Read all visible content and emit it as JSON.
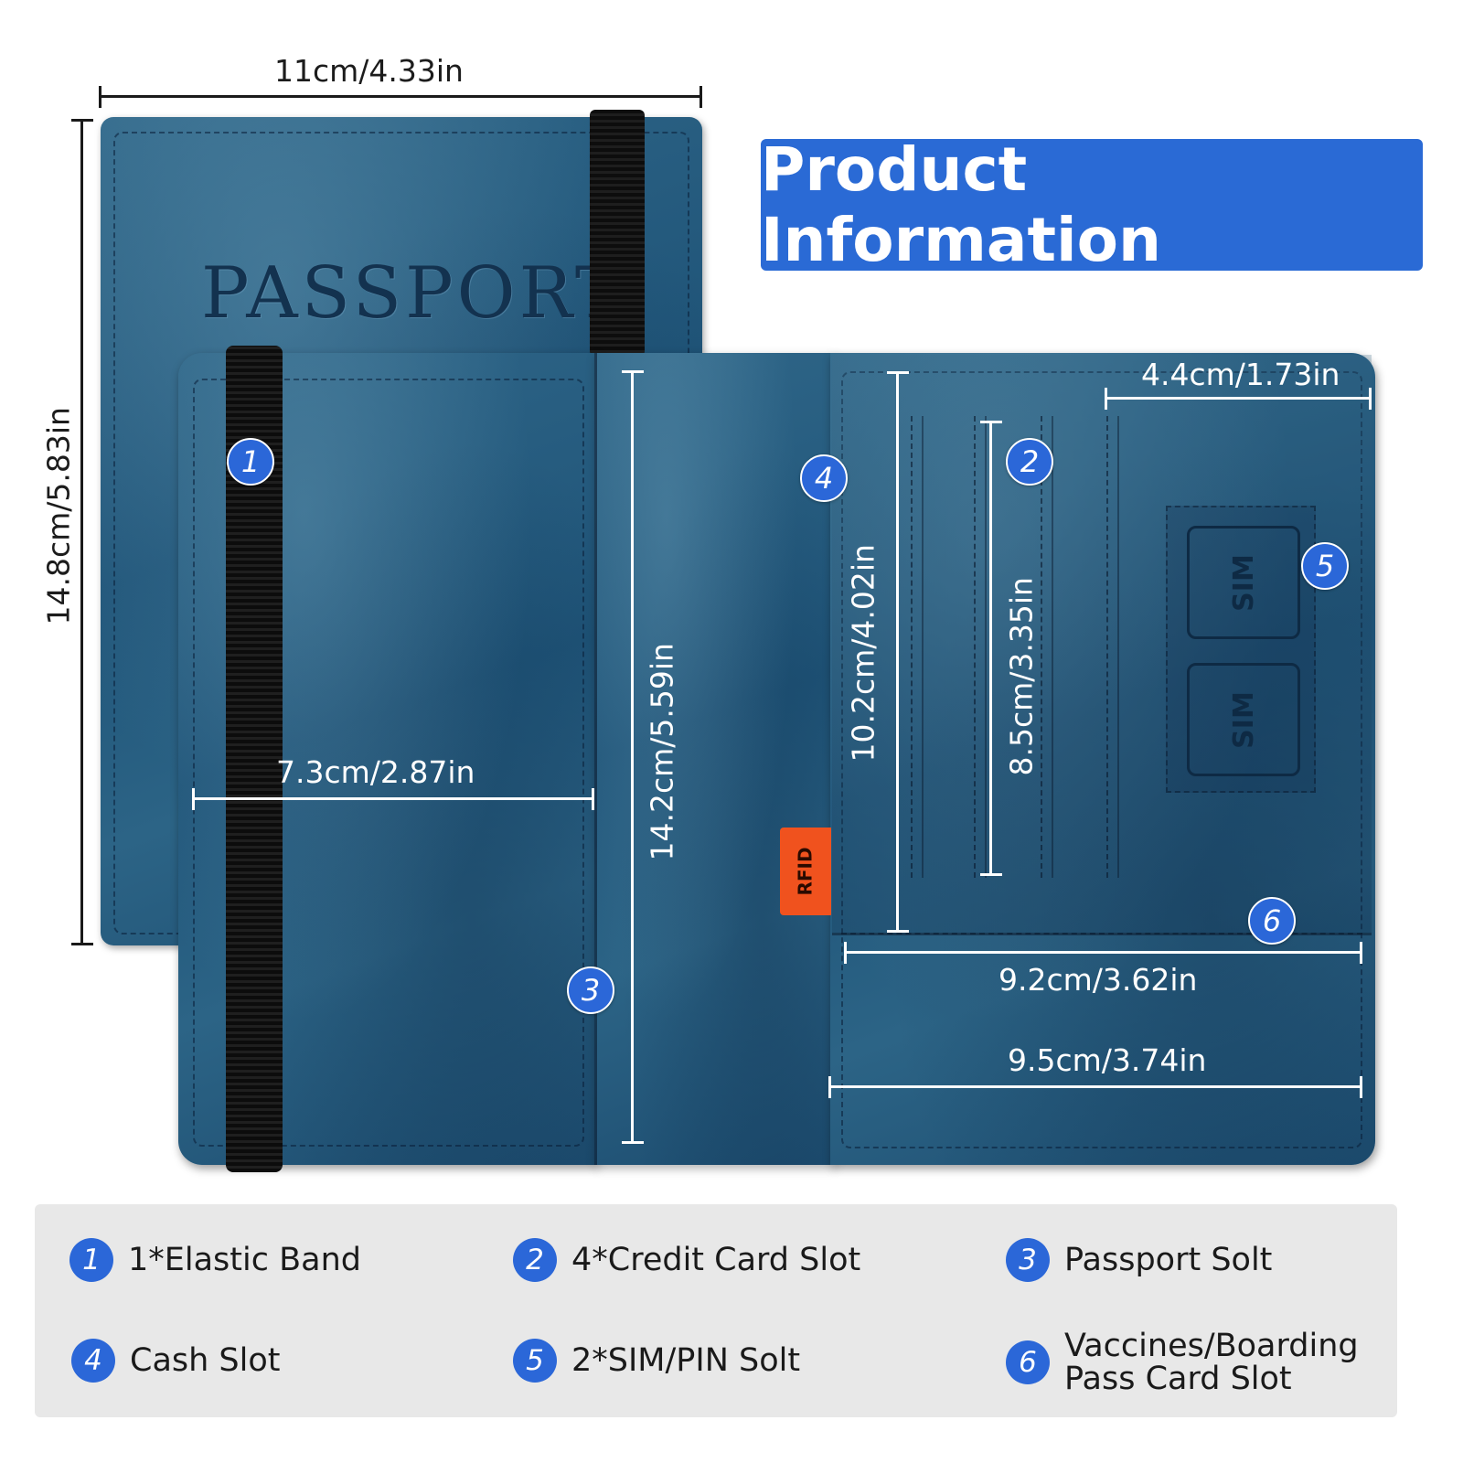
{
  "title": "Product Information",
  "cover_text": "PASSPORT",
  "rfid_label": "RFID",
  "sim_label": "SIM",
  "dimensions": {
    "cover_width": "11cm/4.33in",
    "cover_height": "14.8cm/5.83in",
    "inner_left_width": "7.3cm/2.87in",
    "passport_slot_height": "14.2cm/5.59in",
    "card_panel_height": "10.2cm/4.02in",
    "card_slot_height": "8.5cm/3.35in",
    "sim_area_width": "4.4cm/1.73in",
    "lower_pocket_width": "9.2cm/3.62in",
    "right_panel_width": "9.5cm/3.74in"
  },
  "badges": [
    "1",
    "2",
    "3",
    "4",
    "5",
    "6"
  ],
  "legend": [
    {
      "num": "1",
      "label": "1*Elastic Band"
    },
    {
      "num": "2",
      "label": "4*Credit Card Slot"
    },
    {
      "num": "3",
      "label": "Passport Solt"
    },
    {
      "num": "4",
      "label": "Cash Slot"
    },
    {
      "num": "5",
      "label": "2*SIM/PIN Solt"
    },
    {
      "num": "6",
      "label_line1": "Vaccines/Boarding",
      "label_line2": "Pass Card Slot"
    }
  ],
  "colors": {
    "accent": "#2a6ad5",
    "leather": "#245a7e",
    "legend_bg": "#e8e8e8",
    "rfid_tag": "#f0521e"
  }
}
